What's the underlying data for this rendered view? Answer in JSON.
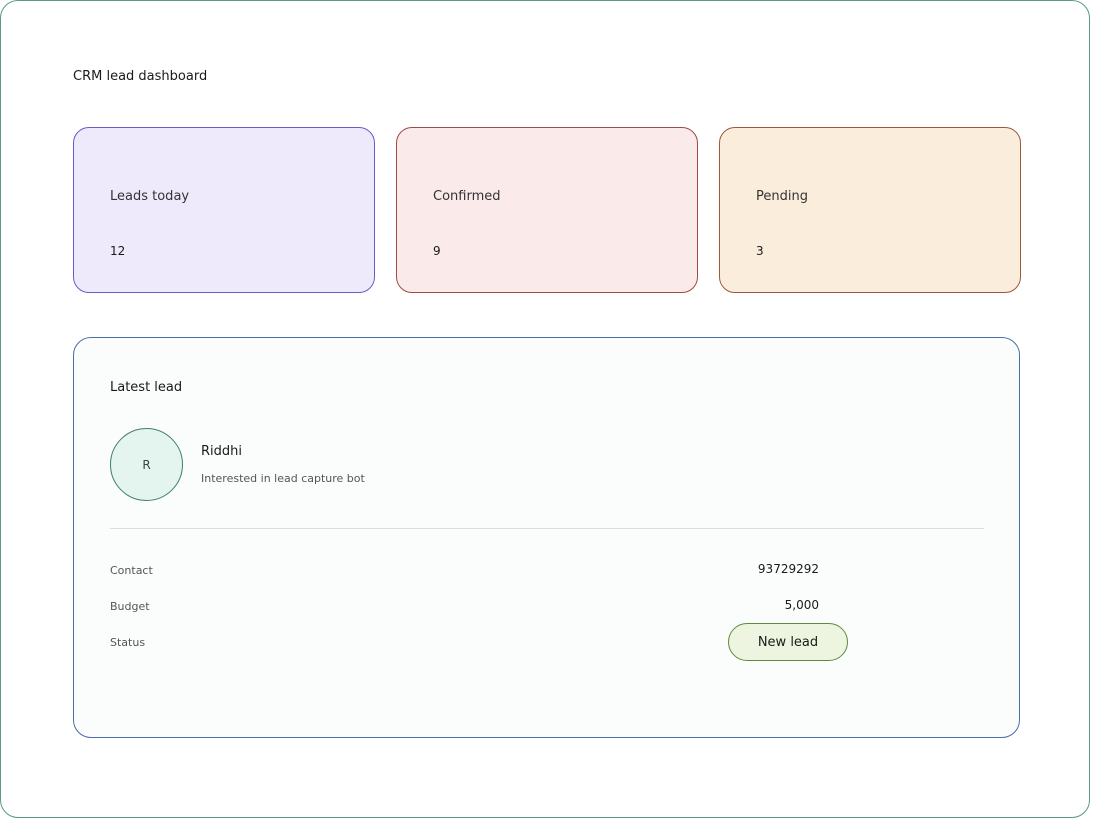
{
  "page": {
    "title": "CRM lead dashboard"
  },
  "stats": {
    "leads_today": {
      "label": "Leads today",
      "value": "12",
      "accent": "#efe9fc"
    },
    "confirmed": {
      "label": "Confirmed",
      "value": "9",
      "accent": "#faeaea"
    },
    "pending": {
      "label": "Pending",
      "value": "3",
      "accent": "#fbeddc"
    }
  },
  "latest_lead": {
    "title": "Latest lead",
    "avatar_initial": "R",
    "name": "Riddhi",
    "description": "Interested in lead capture bot",
    "contact_label": "Contact",
    "contact_value": "93729292",
    "budget_label": "Budget",
    "budget_value": "5,000",
    "status_label": "Status",
    "status_value": "New lead",
    "status_color": "#edf5e0"
  }
}
